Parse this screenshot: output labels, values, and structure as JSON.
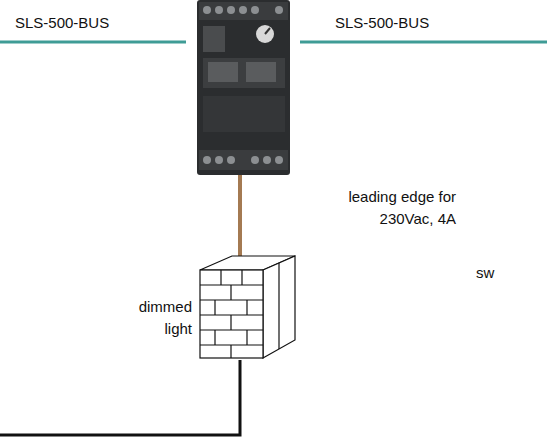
{
  "diagram": {
    "labels": [
      "SLS-500-BUS",
      "SLS-500-BUS",
      "leading edge for 230Vac, 4A",
      "dimmed light",
      "sw"
    ]
  }
}
